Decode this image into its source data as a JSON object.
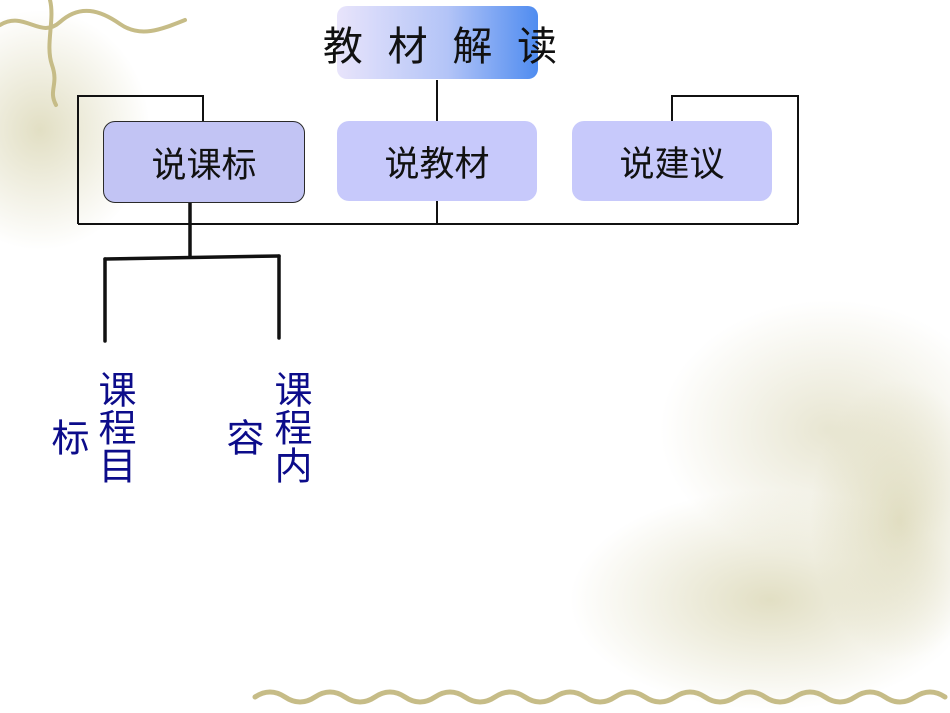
{
  "diagram": {
    "title": "教 材 解 读",
    "branches": [
      "说课标",
      "说教材",
      "说建议"
    ],
    "sub_items": [
      {
        "col1": "课程目",
        "col2": "标"
      },
      {
        "col1": "课程内",
        "col2": "容"
      }
    ]
  },
  "colors": {
    "box_fill": "#c7c9fb",
    "title_gradient_end": "#4f8cf0",
    "sub_text": "#0c0c8a",
    "background_motif": "#c9c49a"
  }
}
